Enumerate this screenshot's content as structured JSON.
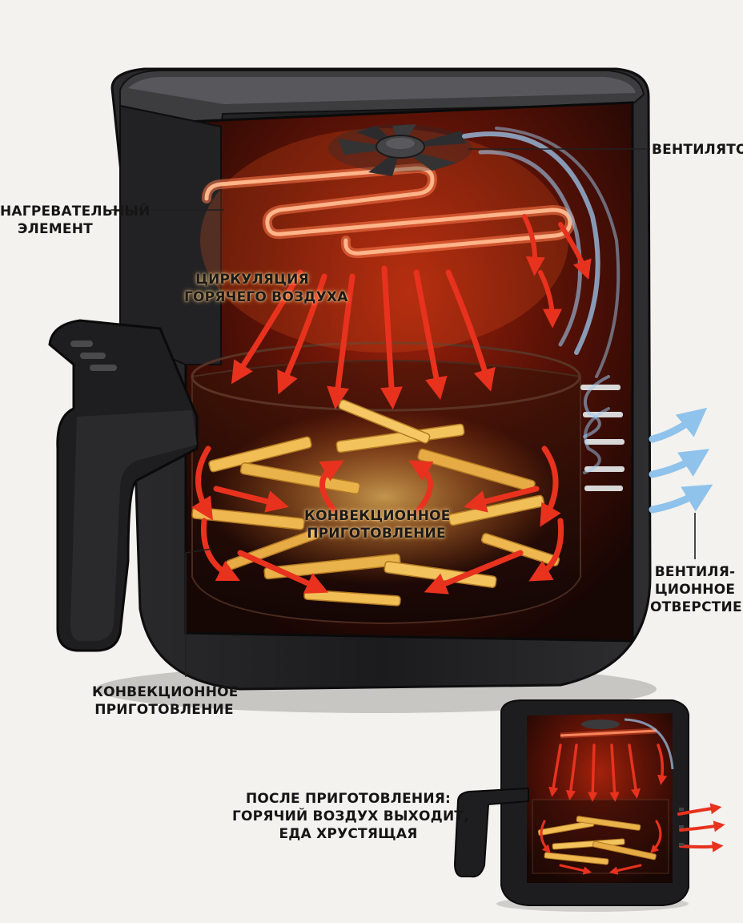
{
  "labels": {
    "heating_element": [
      "НАГРЕВАТЕЛЬНЫЙ",
      "ЭЛЕМЕНТ"
    ],
    "fan": [
      "ВЕНТИЛЯТОР"
    ],
    "hot_air_circulation": [
      "ЦИРКУЛЯЦИЯ",
      "ГОРЯЧЕГО ВОЗДУХА"
    ],
    "convection_center": [
      "КОНВЕКЦИОННОЕ",
      "ПРИГОТОВЛЕНИЕ"
    ],
    "convection_bottom": [
      "КОНВЕКЦИОННОЕ",
      "ПРИГОТОВЛЕНИЕ"
    ],
    "vent": [
      "ВЕНТИЛЯ-",
      "ЦИОННОЕ",
      "ОТВЕРСТИЕ"
    ],
    "after_cooking": [
      "ПОСЛЕ ПРИГОТОВЛЕНИЯ:",
      "ГОРЯЧИЙ ВОЗДУХ ВЫХОДИТ,",
      "ЕДА ХРУСТЯЩАЯ"
    ]
  },
  "colors": {
    "background": "#f4f2ee",
    "body": "#1c1c1e",
    "body_edge": "#3a3a3c",
    "cavity": "#2a0b05",
    "heat_red": "#e8321e",
    "heat_glow": "#ff6a2a",
    "coil": "#ff5b30",
    "cool_air": "#8fc3ec",
    "fries": "#e9b24a",
    "text": "#151515"
  },
  "icons": {
    "fan": "fan-icon",
    "heating_coil": "heating-coil-icon",
    "hot_air_arrow": "hot-air-arrow-icon",
    "cool_air_arrow": "cool-air-arrow-icon",
    "fries": "french-fries-icon"
  }
}
